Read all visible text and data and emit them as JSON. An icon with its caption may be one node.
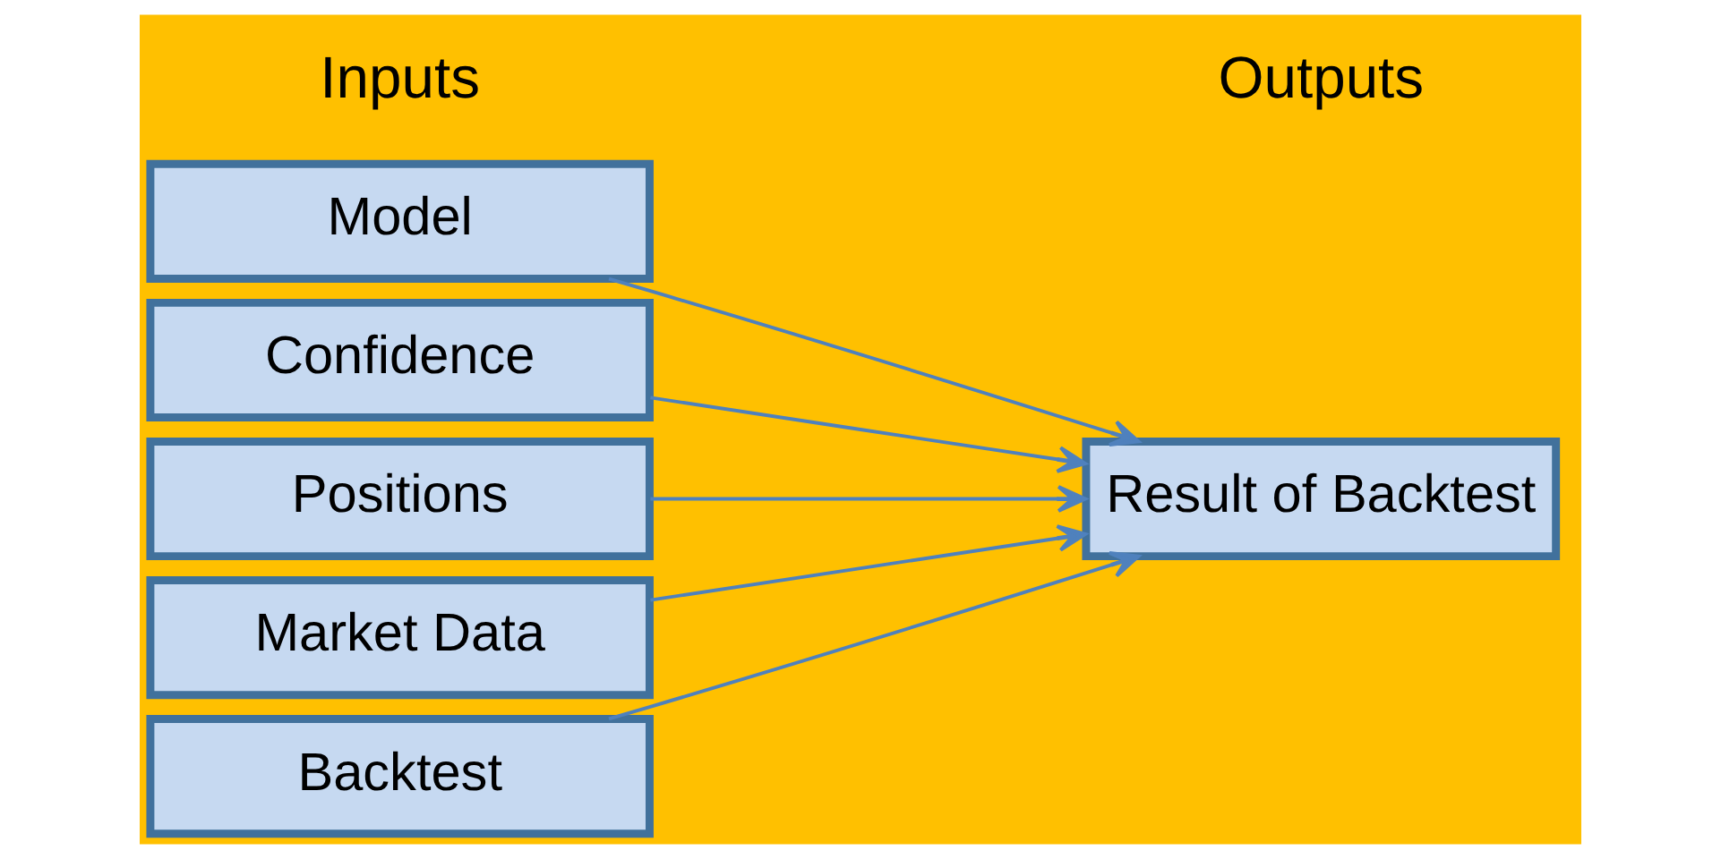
{
  "diagram": {
    "nodes": [
      {
        "text": [
          "Model"
        ]
      },
      {
        "text": [
          "Confidence"
        ]
      },
      {
        "text": [
          "Positions"
        ]
      },
      {
        "text": [
          "Market Data"
        ]
      },
      {
        "text": [
          "Backtest"
        ]
      },
      {
        "text": [
          "Result of Backtest"
        ]
      }
    ],
    "edges": [
      {
        "from": 0,
        "to": 5,
        "arrow": "to"
      },
      {
        "from": 1,
        "to": 5,
        "arrow": "to"
      },
      {
        "from": 2,
        "to": 5,
        "arrow": "to"
      },
      {
        "from": 3,
        "to": 5,
        "arrow": "to"
      },
      {
        "from": 4,
        "to": 5,
        "arrow": "to"
      }
    ],
    "labels": [
      "Inputs",
      "Outputs"
    ]
  }
}
